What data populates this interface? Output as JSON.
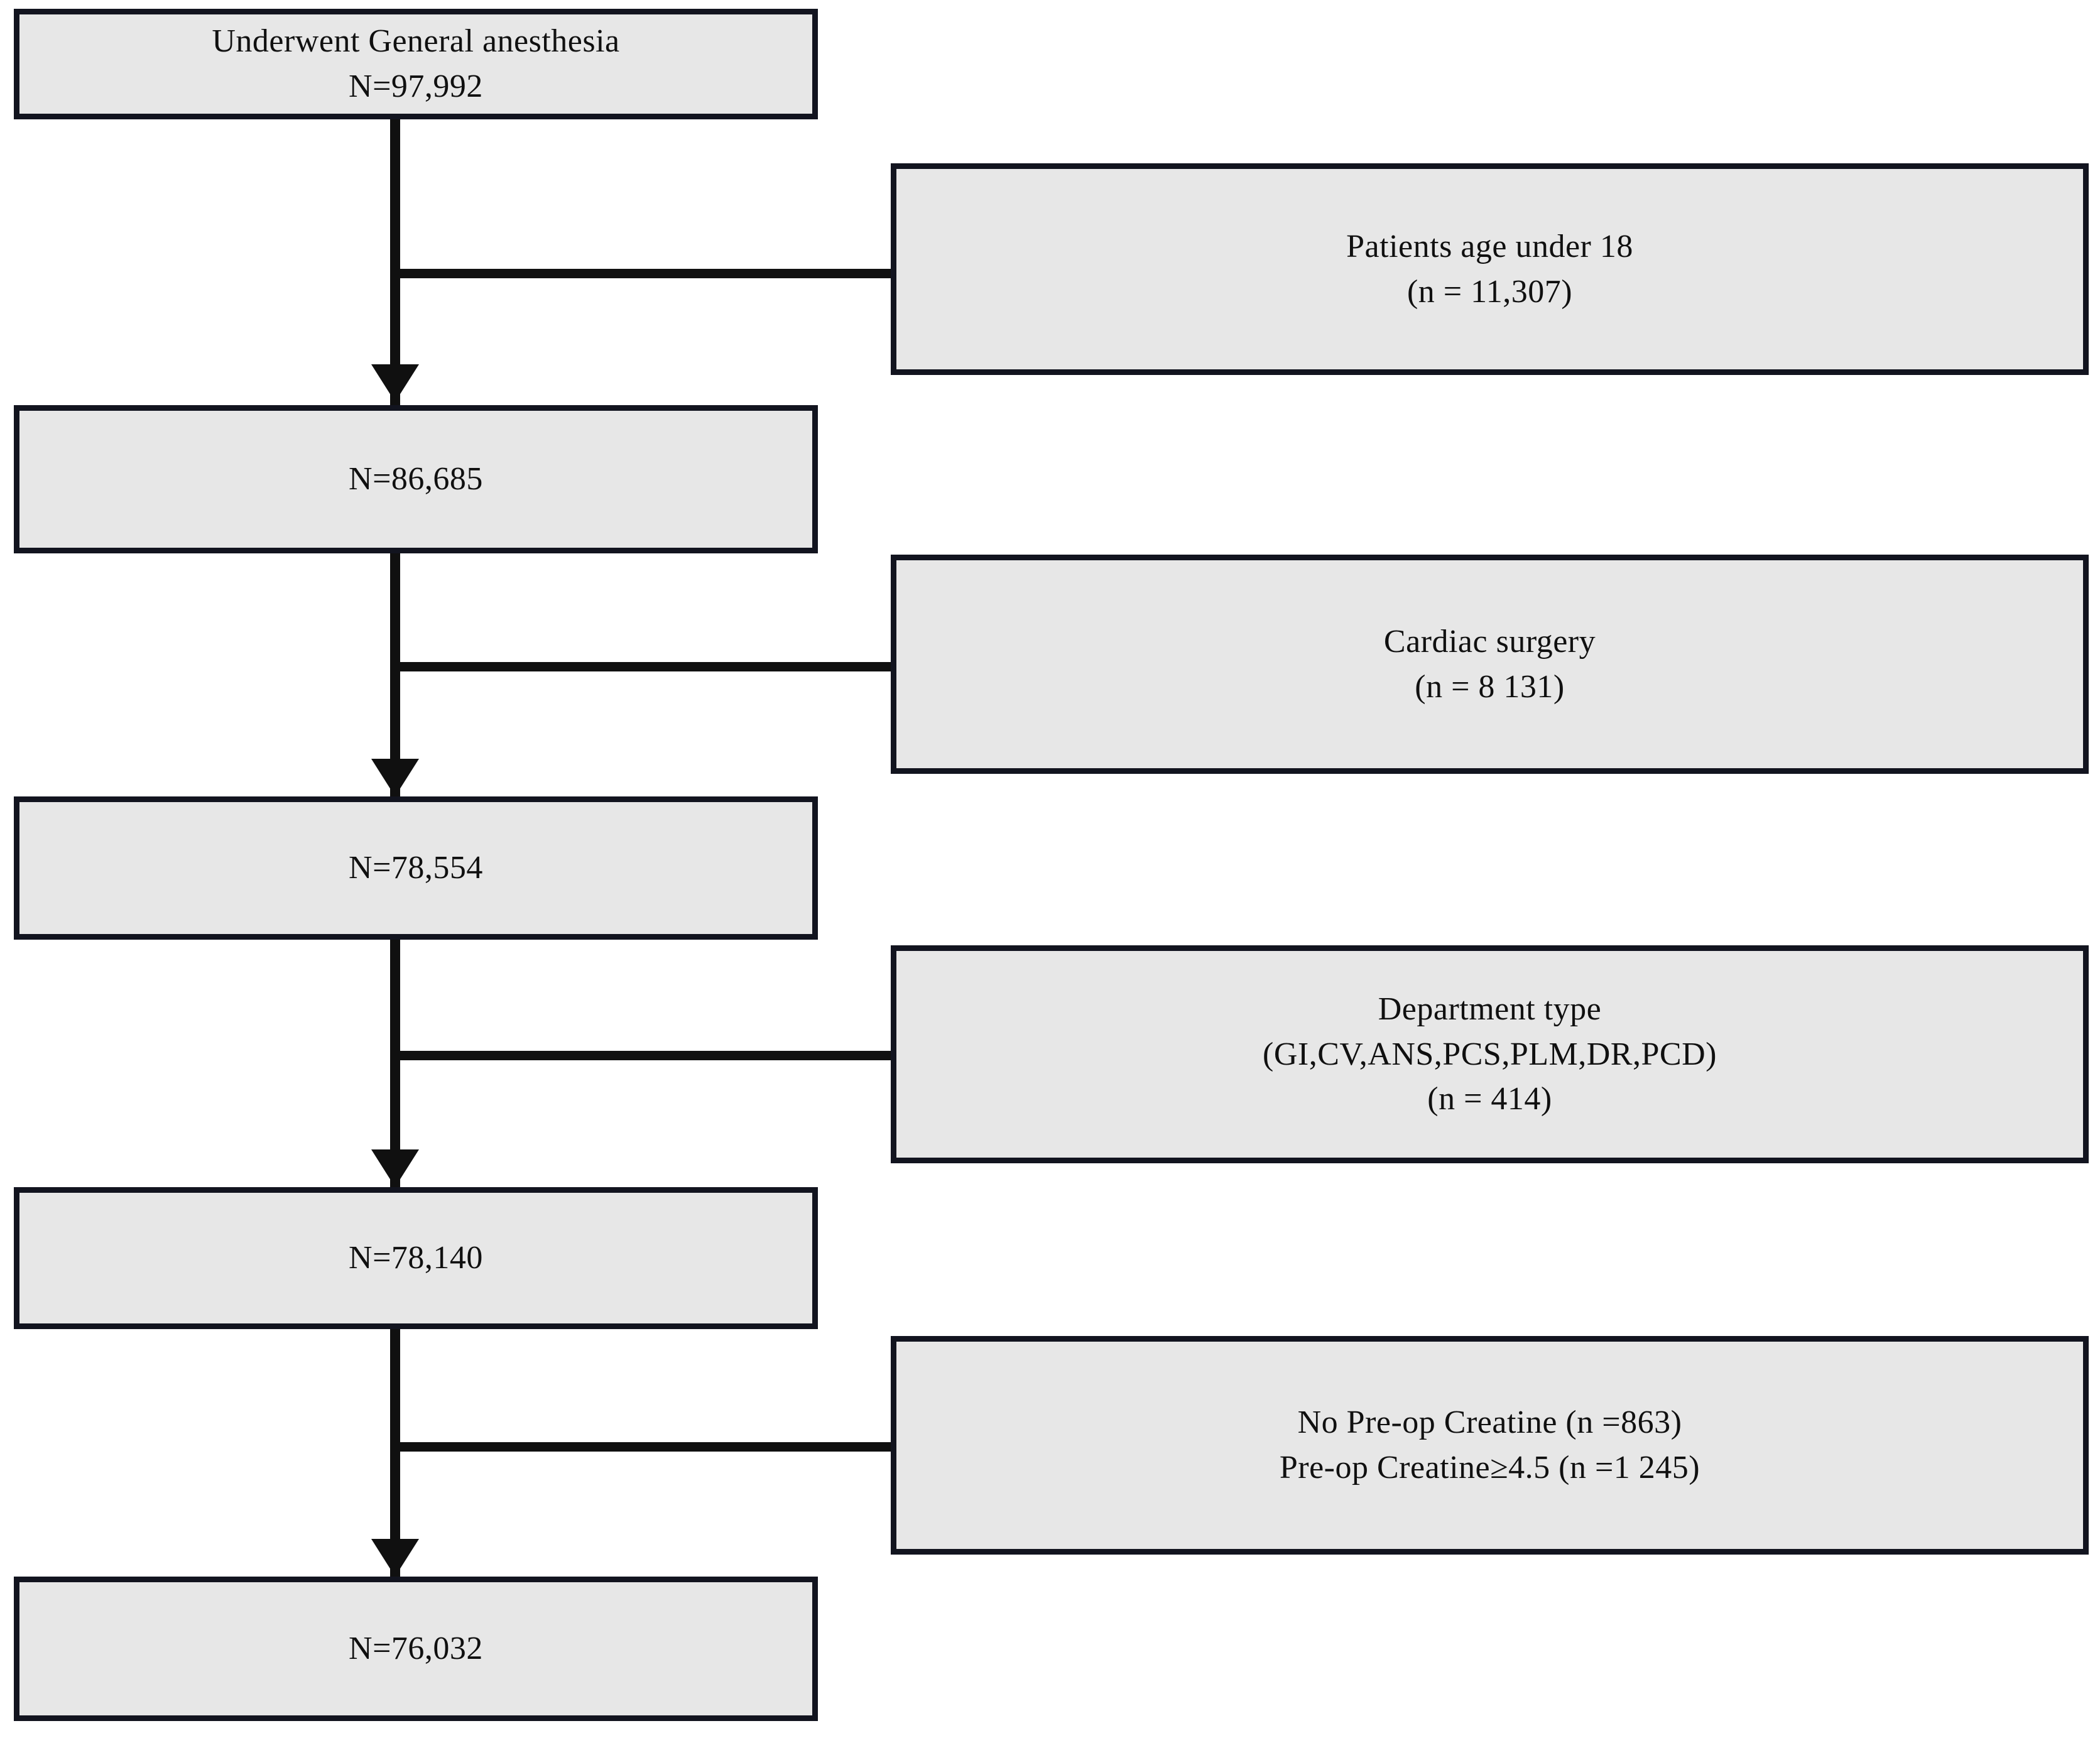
{
  "diagram": {
    "type": "patient-flow-consort-diagram",
    "colors": {
      "box_fill": "#e7e7e7",
      "box_border": "#12141f",
      "connector": "#101010",
      "background": "#ffffff",
      "text": "#101010"
    },
    "cohort_boxes": [
      {
        "id": "cohort-initial",
        "lines": [
          "Underwent General anesthesia",
          "N=97,992"
        ],
        "count": 97992
      },
      {
        "id": "cohort-after-age",
        "lines": [
          "N=86,685"
        ],
        "count": 86685
      },
      {
        "id": "cohort-after-cardiac",
        "lines": [
          "N=78,554"
        ],
        "count": 78554
      },
      {
        "id": "cohort-after-department",
        "lines": [
          "N=78,140"
        ],
        "count": 78140
      },
      {
        "id": "cohort-final",
        "lines": [
          "N=76,032"
        ],
        "count": 76032
      }
    ],
    "exclusion_boxes": [
      {
        "id": "exclusion-age-under-18",
        "lines": [
          "Patients age under 18",
          "(n = 11,307)"
        ],
        "count": 11307
      },
      {
        "id": "exclusion-cardiac-surgery",
        "lines": [
          "Cardiac surgery",
          "(n = 8 131)"
        ],
        "count": 8131
      },
      {
        "id": "exclusion-department-type",
        "lines": [
          "Department type",
          "(GI,CV,ANS,PCS,PLM,DR,PCD)",
          "(n = 414)"
        ],
        "count": 414
      },
      {
        "id": "exclusion-preop-creatine",
        "lines": [
          "No Pre-op Creatine (n =863)",
          "Pre-op Creatine≥4.5  (n =1 245)"
        ],
        "counts": [
          863,
          1245
        ]
      }
    ],
    "connectors": [
      {
        "id": "connector-1",
        "from": "cohort-initial",
        "to": "cohort-after-age",
        "branch_to": "exclusion-age-under-18"
      },
      {
        "id": "connector-2",
        "from": "cohort-after-age",
        "to": "cohort-after-cardiac",
        "branch_to": "exclusion-cardiac-surgery"
      },
      {
        "id": "connector-3",
        "from": "cohort-after-cardiac",
        "to": "cohort-after-department",
        "branch_to": "exclusion-department-type"
      },
      {
        "id": "connector-4",
        "from": "cohort-after-department",
        "to": "cohort-final",
        "branch_to": "exclusion-preop-creatine"
      }
    ]
  }
}
